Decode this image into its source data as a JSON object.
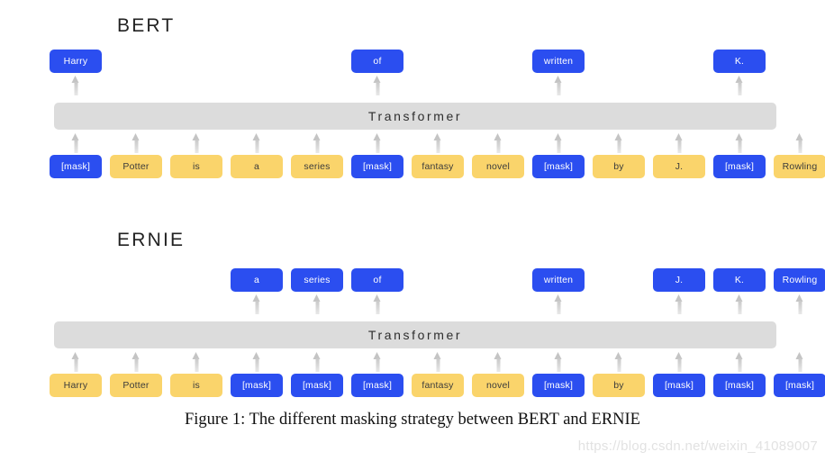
{
  "figure": {
    "caption": "Figure 1: The different masking strategy between BERT and ERNIE",
    "watermark": "https://blog.csdn.net/weixin_41089007",
    "colors": {
      "mask_blue": "#2b4ef0",
      "word_yellow": "#fad46b",
      "transformer_gray": "#dcdcdc",
      "arrow_gray": "#c4c4c4",
      "caption_text": "#111111",
      "watermark_text": "#e2e2e2"
    }
  },
  "bert": {
    "title": "BERT",
    "transformer_label": "Transformer",
    "outputs": [
      {
        "label": "Harry",
        "kind": "out",
        "arrow": true
      },
      {
        "label": "",
        "kind": "empty",
        "arrow": false
      },
      {
        "label": "",
        "kind": "empty",
        "arrow": false
      },
      {
        "label": "",
        "kind": "empty",
        "arrow": false
      },
      {
        "label": "",
        "kind": "empty",
        "arrow": false
      },
      {
        "label": "of",
        "kind": "out",
        "arrow": true
      },
      {
        "label": "",
        "kind": "empty",
        "arrow": false
      },
      {
        "label": "",
        "kind": "empty",
        "arrow": false
      },
      {
        "label": "written",
        "kind": "out",
        "arrow": true
      },
      {
        "label": "",
        "kind": "empty",
        "arrow": false
      },
      {
        "label": "",
        "kind": "empty",
        "arrow": false
      },
      {
        "label": "K.",
        "kind": "out",
        "arrow": true
      },
      {
        "label": "",
        "kind": "empty",
        "arrow": false
      }
    ],
    "inputs": [
      {
        "label": "[mask]",
        "kind": "mask",
        "arrow": true
      },
      {
        "label": "Potter",
        "kind": "word",
        "arrow": true
      },
      {
        "label": "is",
        "kind": "word",
        "arrow": true
      },
      {
        "label": "a",
        "kind": "word",
        "arrow": true
      },
      {
        "label": "series",
        "kind": "word",
        "arrow": true
      },
      {
        "label": "[mask]",
        "kind": "mask",
        "arrow": true
      },
      {
        "label": "fantasy",
        "kind": "word",
        "arrow": true
      },
      {
        "label": "novel",
        "kind": "word",
        "arrow": true
      },
      {
        "label": "[mask]",
        "kind": "mask",
        "arrow": true
      },
      {
        "label": "by",
        "kind": "word",
        "arrow": true
      },
      {
        "label": "J.",
        "kind": "word",
        "arrow": true
      },
      {
        "label": "[mask]",
        "kind": "mask",
        "arrow": true
      },
      {
        "label": "Rowling",
        "kind": "word",
        "arrow": true
      }
    ]
  },
  "ernie": {
    "title": "ERNIE",
    "transformer_label": "Transformer",
    "outputs": [
      {
        "label": "",
        "kind": "empty",
        "arrow": false
      },
      {
        "label": "",
        "kind": "empty",
        "arrow": false
      },
      {
        "label": "",
        "kind": "empty",
        "arrow": false
      },
      {
        "label": "a",
        "kind": "out",
        "arrow": true
      },
      {
        "label": "series",
        "kind": "out",
        "arrow": true
      },
      {
        "label": "of",
        "kind": "out",
        "arrow": true
      },
      {
        "label": "",
        "kind": "empty",
        "arrow": false
      },
      {
        "label": "",
        "kind": "empty",
        "arrow": false
      },
      {
        "label": "written",
        "kind": "out",
        "arrow": true
      },
      {
        "label": "",
        "kind": "empty",
        "arrow": false
      },
      {
        "label": "J.",
        "kind": "out",
        "arrow": true
      },
      {
        "label": "K.",
        "kind": "out",
        "arrow": true
      },
      {
        "label": "Rowling",
        "kind": "out",
        "arrow": true
      }
    ],
    "inputs": [
      {
        "label": "Harry",
        "kind": "word",
        "arrow": true
      },
      {
        "label": "Potter",
        "kind": "word",
        "arrow": true
      },
      {
        "label": "is",
        "kind": "word",
        "arrow": true
      },
      {
        "label": "[mask]",
        "kind": "mask",
        "arrow": true
      },
      {
        "label": "[mask]",
        "kind": "mask",
        "arrow": true
      },
      {
        "label": "[mask]",
        "kind": "mask",
        "arrow": true
      },
      {
        "label": "fantasy",
        "kind": "word",
        "arrow": true
      },
      {
        "label": "novel",
        "kind": "word",
        "arrow": true
      },
      {
        "label": "[mask]",
        "kind": "mask",
        "arrow": true
      },
      {
        "label": "by",
        "kind": "word",
        "arrow": true
      },
      {
        "label": "[mask]",
        "kind": "mask",
        "arrow": true
      },
      {
        "label": "[mask]",
        "kind": "mask",
        "arrow": true
      },
      {
        "label": "[mask]",
        "kind": "mask",
        "arrow": true
      }
    ]
  }
}
